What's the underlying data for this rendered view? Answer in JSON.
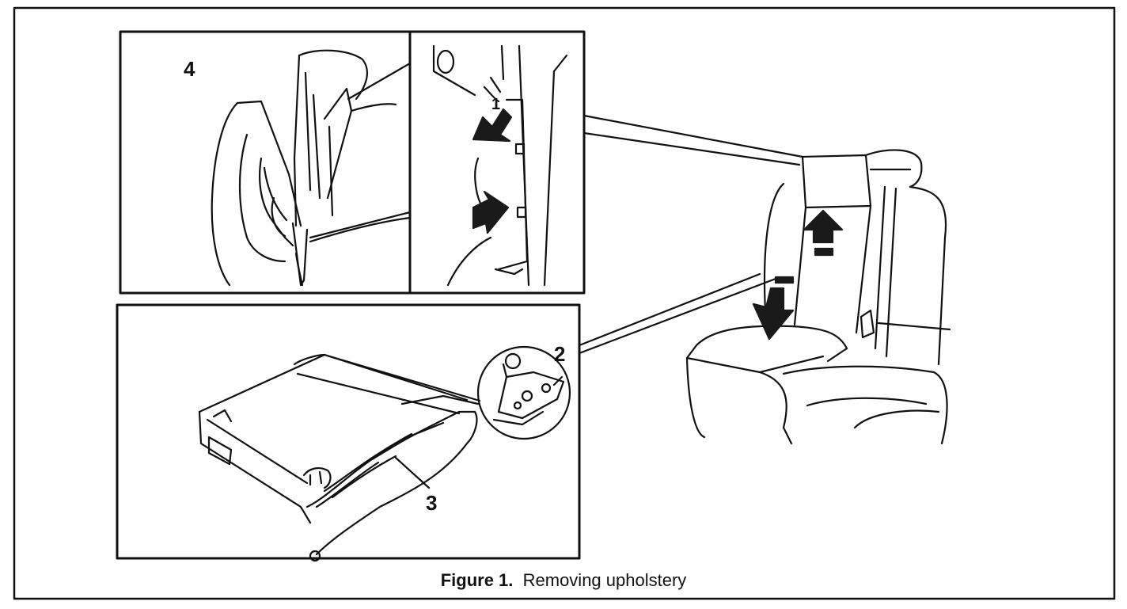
{
  "figure": {
    "caption_number": "Figure 1.",
    "caption_text": "Removing upholstery"
  },
  "callouts": {
    "panel_top_left": "4",
    "headrest_part": "1",
    "hinge_part": "2",
    "cushion_part": "3"
  },
  "colors": {
    "ink": "#111111",
    "paper": "#ffffff",
    "arrow": "#1a1a1a"
  }
}
